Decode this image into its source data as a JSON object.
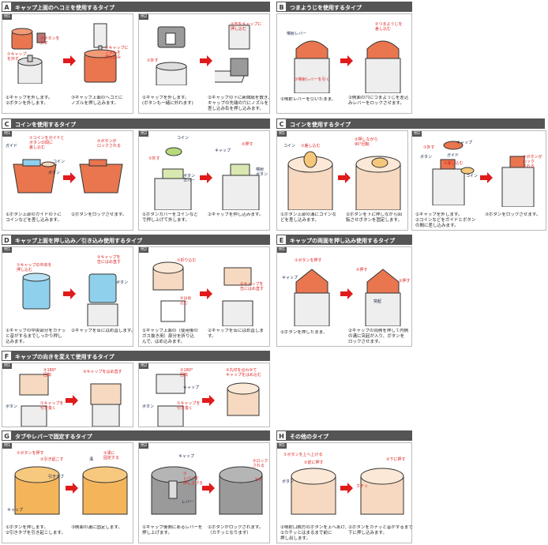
{
  "sections": {
    "A": {
      "letter": "A",
      "title": "キャップ上面のヘコミを使用するタイプ"
    },
    "B": {
      "letter": "B",
      "title": "つまようじを使用するタイプ"
    },
    "C1": {
      "letter": "C",
      "title": "コインを使用するタイプ"
    },
    "C2": {
      "letter": "C",
      "title": "コインを使用するタイプ"
    },
    "D": {
      "letter": "D",
      "title": "キャップ上面を押し込み／引き込み使用するタイプ"
    },
    "E": {
      "letter": "E",
      "title": "キャップの両面を押し込み使用するタイプ"
    },
    "F": {
      "letter": "F",
      "title": "キャップの向きを変えて使用するタイプ"
    },
    "G": {
      "letter": "G",
      "title": "タブやレバーで固定するタイプ"
    },
    "H": {
      "letter": "H",
      "title": "その他のタイプ"
    }
  },
  "examples": {
    "ex1": "例1",
    "ex2": "例2"
  },
  "captions": {
    "a1": "①キャップを外します。\n②ボタンを外します。",
    "a2": "③キャップ上面のヘコミに\nノズルを押し込みます。",
    "a3": "①キャップを外します。\n(ボタンも一緒に外れます)",
    "a4": "②キャップの下に新聞紙を敷き、\nキャップの先端の穴にノズルを\n差し込み缶を押し込みます。",
    "b1": "①噴射レバーを引いたまま、",
    "b2": "②側面の穴につまようじを差込\nみレバーをロックさせます。",
    "c1a": "①ボタン上部のガイドの下に\nコインなどを差し込みます。",
    "c1b": "②ボタンをロックさせます。",
    "c1c": "①ボタンカバーをコインなど\nで押し上げて外します。",
    "c1d": "②キャップを押し込みます。",
    "c2a": "①ボタン上部の溝にコインな\nどを差し込みます。",
    "c2b": "②ボタンを下に押しながら回\n転させボタンを固定します。",
    "c2c": "①キャップを外します。\n②コインなどをガイドとボタン\nの間に差し込みます。",
    "c2d": "③ボタンをロックさせます。",
    "d1": "①キャップの中央部分をカチッ\nと音がするまでしっかり押し\n込みます。",
    "d2": "②キャップを缶にはめ直します。",
    "d3": "①キャップ上面の（使用後の\nガス抜き用）部分を折り込\nんで、はめ込みます。",
    "d4": "②キャップを缶にはめ直しま\nす。",
    "e1": "①ボタンを押したまま、",
    "e2": "②キャップの両側を押して内側\nの溝に突起が入り、ボタンを\nロックさせます。",
    "h1": "①噴射口横方のボタンを上へあげ、\n②カチッとはまるまで前に\n押し出します。",
    "h2": "②ボタンをカチッと音がするまで\n下に押し込みます。",
    "g1": "①ボタンを押します。\n②引きタブを引き起こします。",
    "g2": "③側面の溝に固定します。",
    "g3": "①キャップ後側にあるレバーを\n押し上げます。",
    "g4": "②ボタンがロックされます。\n（カチッとなります）"
  },
  "labels": {
    "a_cap": "①キャップ\nを外す",
    "a_btn": "②ボタンを\n外す",
    "a_noz": "③キャップに\nノズルを\n押し込み",
    "a_out": "①外す",
    "a_push": "②缶をキャップに\n押し込む",
    "b_lever": "噴射レバー",
    "b_pull": "①噴射レバーを引く",
    "b_pick": "②つまようじを\n差し込む",
    "c_guide": "ガイド",
    "c_coin": "コイン",
    "c_btn": "ボタン",
    "c_insert": "①コインをガイドと\nボタンの間に\n差し込む",
    "c_lock": "②ボタンが\nロックされる",
    "c_coin2": "コイン",
    "c_out": "①外す",
    "c_cover": "ボタン\nカバー",
    "c_cap": "キャップ",
    "c_push": "②押す",
    "c_spray": "噴射\nボタン",
    "c2_coin": "コイン",
    "c2_insert": "①差し込む",
    "c2_turn": "②押しながら\n90°回転",
    "c2_cap": "キャップ",
    "c2_out": "①外す",
    "c2_guide": "ガイド",
    "c2_btn": "ボタン",
    "c2_ins2": "②差し込む",
    "c2_coin3": "コイン",
    "c2_lock": "③ボタンが\nロック\nされる",
    "d_press": "①キャップの中央を\n押し込む",
    "d_refit": "②キャップを\n缶にはめ直す",
    "d_btn": "ボタン",
    "d_fold": "①折り込む",
    "d_fit": "②はめ\n込む",
    "d_refit2": "②キャップを\n缶にはめ直す",
    "e_press": "①ボタンを押す",
    "e_cap": "キャップ",
    "e_push": "②押す",
    "e_bump": "突起",
    "f_rot": "②180°\n回転",
    "f_refit": "③キャップをはめ直す",
    "f_btn": "ボタン",
    "f_pull": "①キャップを\n引き抜く",
    "f_rot2": "②180°\n回転",
    "f_match": "③丸印を合わせて\nキャップをはめ込む",
    "f_cap": "キャップ",
    "f_btn2": "ボタン",
    "f_pull2": "①キャップを\n引き抜く",
    "g_press": "①ボタンを押す",
    "g_raise": "②引き起こす",
    "g_tab": "引きタブ",
    "g_cap": "キャップ",
    "g_groove": "溝",
    "g_fix": "③溝に\n固定する",
    "g_cap2": "キャップ",
    "g_leverup": "①\nレバーを\n押し上げる",
    "g_lever": "レバー",
    "g_locked": "②ロック\nされる",
    "g_click": "カチ",
    "h_up": "①ボタンを上へ上げる",
    "h_fwd": "②前に押す",
    "h_btn": "ボタン",
    "h_down": "③下に押す",
    "h_click": "カチッ"
  },
  "colors": {
    "orange": "#e9764f",
    "blue": "#8fd0ec",
    "peach": "#f6d9c0",
    "gray": "#9a9a9a",
    "header": "#555555",
    "arrow": "#e01b1b"
  }
}
